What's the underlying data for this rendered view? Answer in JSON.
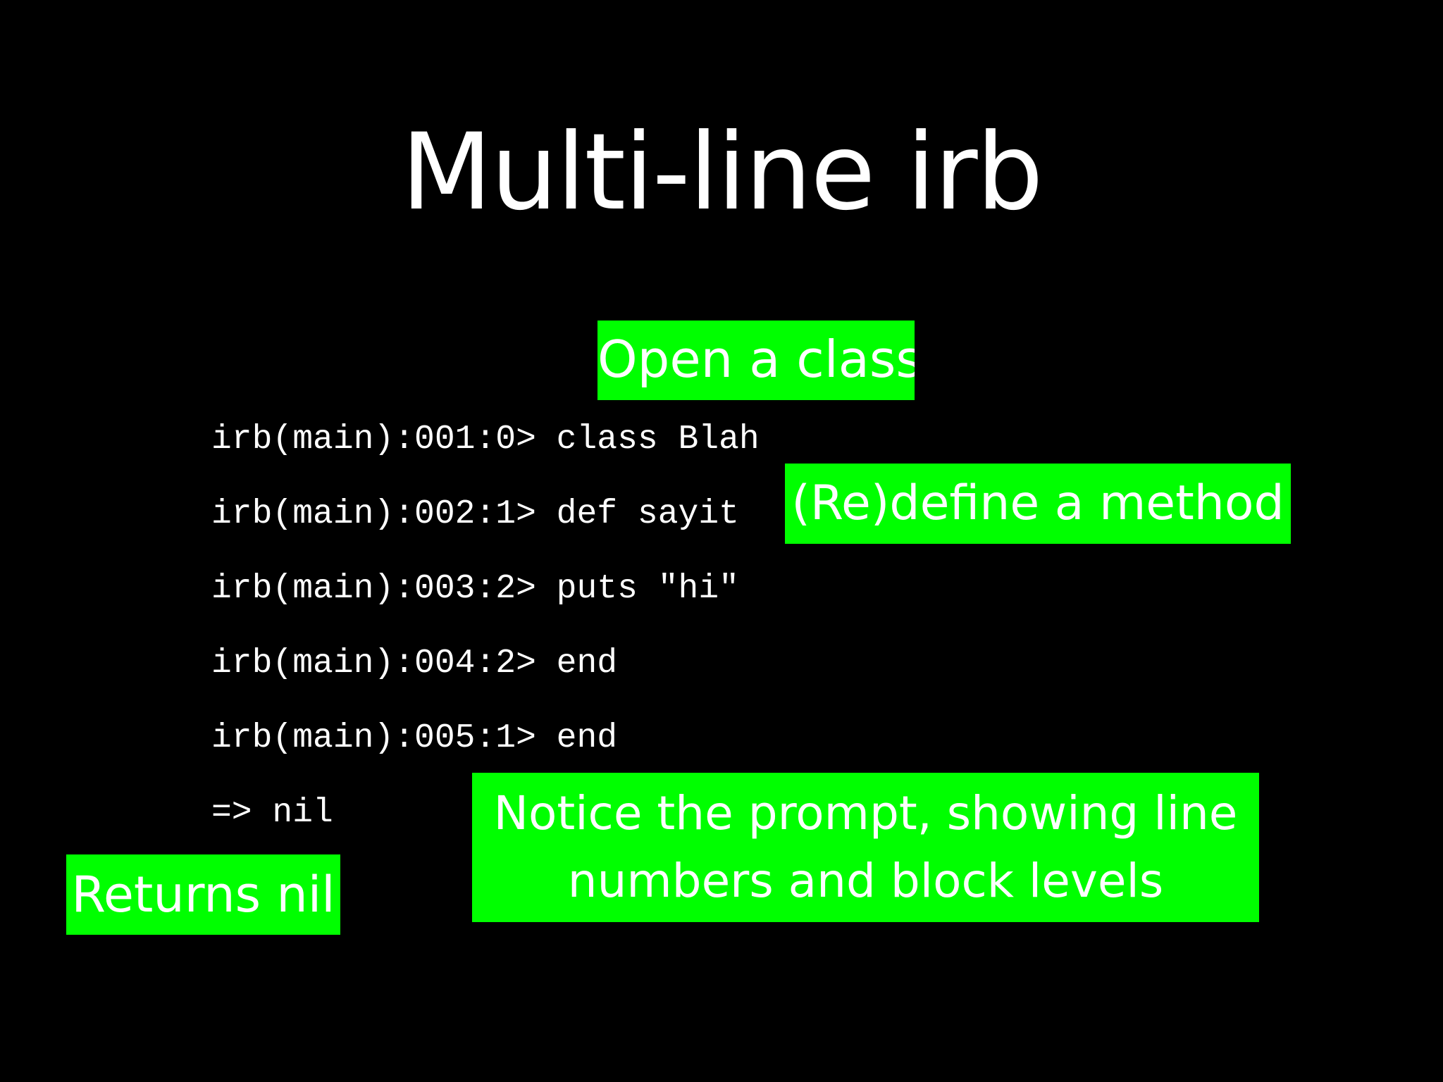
{
  "slide": {
    "title": "Multi-line irb",
    "code_lines": [
      "irb(main):001:0> class Blah",
      "irb(main):002:1> def sayit",
      "irb(main):003:2> puts \"hi\"",
      "irb(main):004:2> end",
      "irb(main):005:1> end",
      "=> nil"
    ],
    "callouts": {
      "open_class": "Open a class",
      "redefine_method": "(Re)define a method",
      "prompt_note_line1": "Notice the prompt, showing line",
      "prompt_note_line2": "numbers and block levels",
      "returns_nil": "Returns nil"
    }
  },
  "colors": {
    "background": "#000000",
    "text": "#ffffff",
    "callout_background": "#00ff00"
  }
}
